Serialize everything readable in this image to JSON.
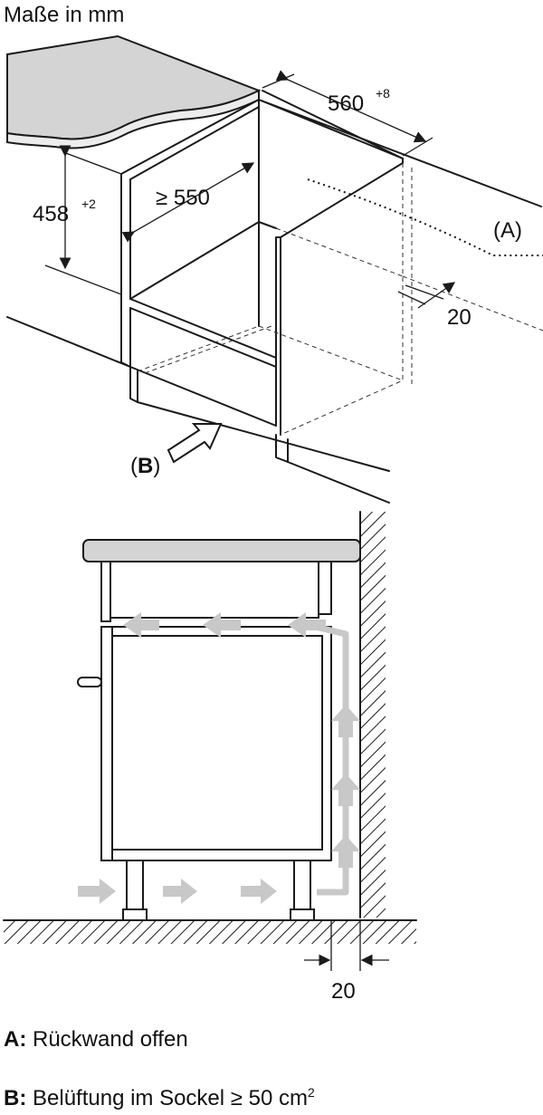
{
  "title": "Maße in mm",
  "dimensions": {
    "width": "560",
    "width_tolerance": "+8",
    "height": "458",
    "height_tolerance": "+2",
    "depth": "≥ 550",
    "rear_gap_top": "20",
    "rear_gap_bottom": "20"
  },
  "markers": {
    "a": "(A)",
    "b_open": "(",
    "b_letter": "B",
    "b_close": ")"
  },
  "legend": {
    "a_key": "A:",
    "a_text": "Rückwand offen",
    "b_key": "B:",
    "b_text": "Belüftung im Sockel ≥ 50 cm",
    "b_sup": "2"
  }
}
